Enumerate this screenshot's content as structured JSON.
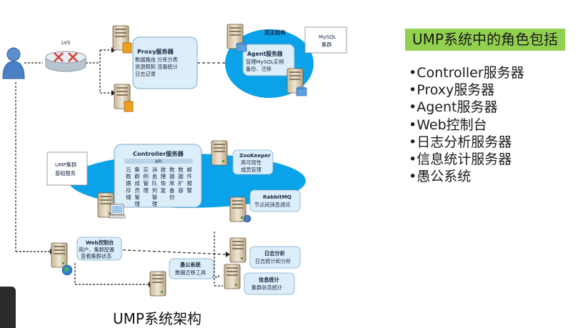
{
  "diagram": {
    "lvs": "LVS",
    "proxy": {
      "title": "Proxy服务器",
      "line1": "数据路由  分库分表",
      "line2": "资源限制  流量统计",
      "line3": "日志记录"
    },
    "dual_master": "双主结构",
    "mysql_cluster": {
      "line1": "MySQL",
      "line2": "集群"
    },
    "agent": {
      "title": "Agent服务器",
      "line1": "管理MySQL实例",
      "line2": "备份、迁移"
    },
    "cluster_base": {
      "line1": "UMP集群",
      "line2": "基础服务"
    },
    "controller": {
      "title": "Controller服务器",
      "api": "API",
      "columns": [
        "元数据存储",
        "集群成员管理",
        "实例管理",
        "消息队列管理",
        "故障恢复",
        "数据库备份",
        "数据扩容",
        "邮件报警"
      ]
    },
    "zookeeper": {
      "title": "ZooKeeper",
      "line1": "高可用性",
      "line2": "成员管理"
    },
    "rabbitmq": {
      "title": "RabbitMQ",
      "line1": "节点间消息通讯"
    },
    "web_console": {
      "title": "Web控制台",
      "line1": "用户、集群配置",
      "line2": "查看集群状态"
    },
    "yugong": {
      "title": "愚公系统",
      "line1": "数据迁移工具"
    },
    "log_analysis": {
      "title": "日志分析",
      "line1": "日志统计和分析"
    },
    "info_stats": {
      "title": "信息统计",
      "line1": "集群状态统计"
    }
  },
  "roles": {
    "heading": "UMP系统中的角色包括",
    "items": [
      "•Controller服务器",
      "•Proxy服务器",
      "•Agent服务器",
      "•Web控制台",
      "•日志分析服务器",
      "•信息统计服务器",
      "•愚公系统"
    ]
  },
  "caption": "UMP系统架构",
  "colors": {
    "ellipse": "#0aa2e8",
    "callout": "#dceefa",
    "heading_bg": "#92d050"
  }
}
